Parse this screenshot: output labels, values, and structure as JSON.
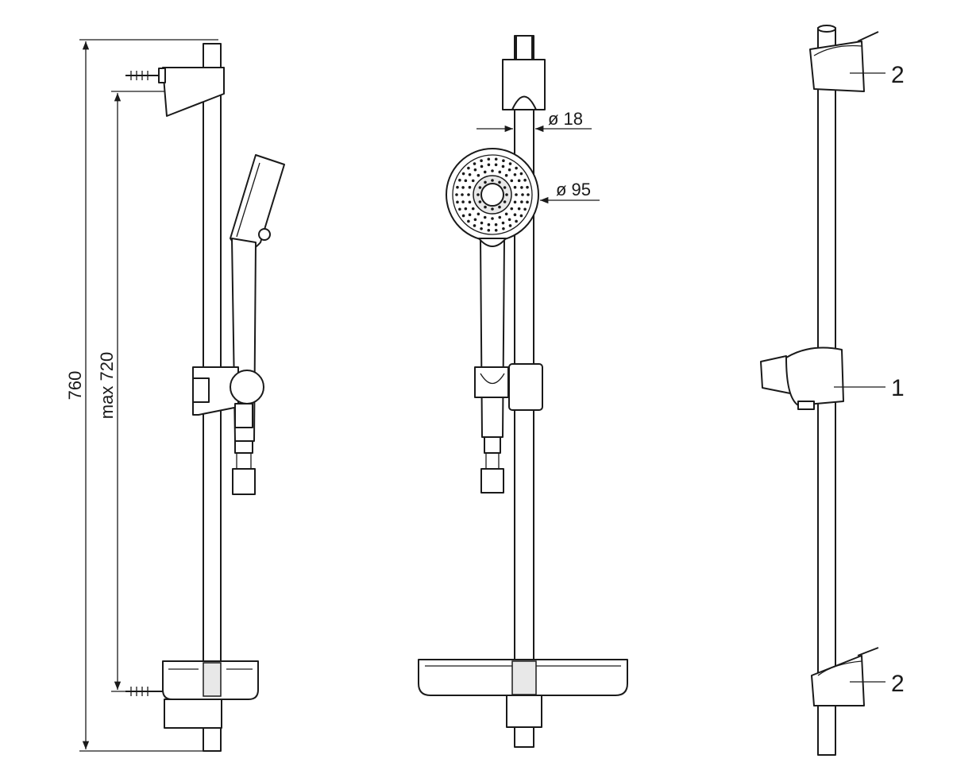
{
  "drawing": {
    "left_view": {
      "dim_overall": "760",
      "dim_max_adjust": "max 720"
    },
    "middle_view": {
      "dim_rail_diameter": "ø 18",
      "dim_head_diameter": "ø 95"
    },
    "right_view": {
      "callout_top": "2",
      "callout_slider": "1",
      "callout_bottom": "2"
    }
  }
}
